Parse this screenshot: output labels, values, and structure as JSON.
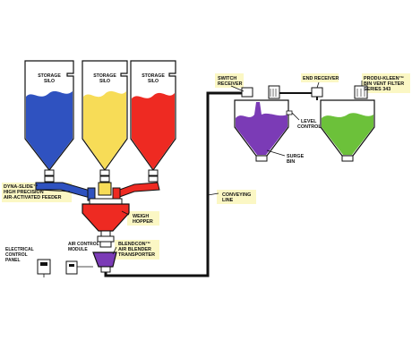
{
  "silos": [
    {
      "label_line1": "STORAGE",
      "label_line2": "SILO",
      "color": "#2f52c0"
    },
    {
      "label_line1": "STORAGE",
      "label_line2": "SILO",
      "color": "#f7dc57"
    },
    {
      "label_line1": "STORAGE",
      "label_line2": "SILO",
      "color": "#ee2a22"
    }
  ],
  "feeder": {
    "line1": "DYNA-SLIDE™",
    "line2": "HIGH PRECISION",
    "line3": "AIR-ACTIVATED FEEDER"
  },
  "weigh_hopper": {
    "line1": "WEIGH",
    "line2": "HOPPER",
    "color": "#ee2a22"
  },
  "blender": {
    "line1": "BLENDCON™",
    "line2": "AIR BLENDER",
    "line3": "TRANSPORTER",
    "color": "#7b3bb6"
  },
  "air_control": {
    "line1": "AIR CONTROL",
    "line2": "MODULE"
  },
  "electrical": {
    "line1": "ELECTRICAL",
    "line2": "CONTROL",
    "line3": "PANEL"
  },
  "conveying": {
    "line1": "CONVEYING",
    "line2": "LINE"
  },
  "switch_receiver": {
    "line1": "SWITCH",
    "line2": "RECEIVER"
  },
  "level_control": {
    "line1": "LEVEL",
    "line2": "CONTROL"
  },
  "surge_bin": {
    "line1": "SURGE",
    "line2": "BIN",
    "color": "#7b3bb6"
  },
  "end_receiver": {
    "line1": "END RECEIVER"
  },
  "filter": {
    "line1": "PRODU-KLEEN™",
    "line2": "BIN VENT FILTER",
    "line3": "SERIES 343"
  },
  "end_bin": {
    "color": "#6cc13a"
  },
  "colors": {
    "callout": "#fbf7c4",
    "line": "#111111"
  }
}
